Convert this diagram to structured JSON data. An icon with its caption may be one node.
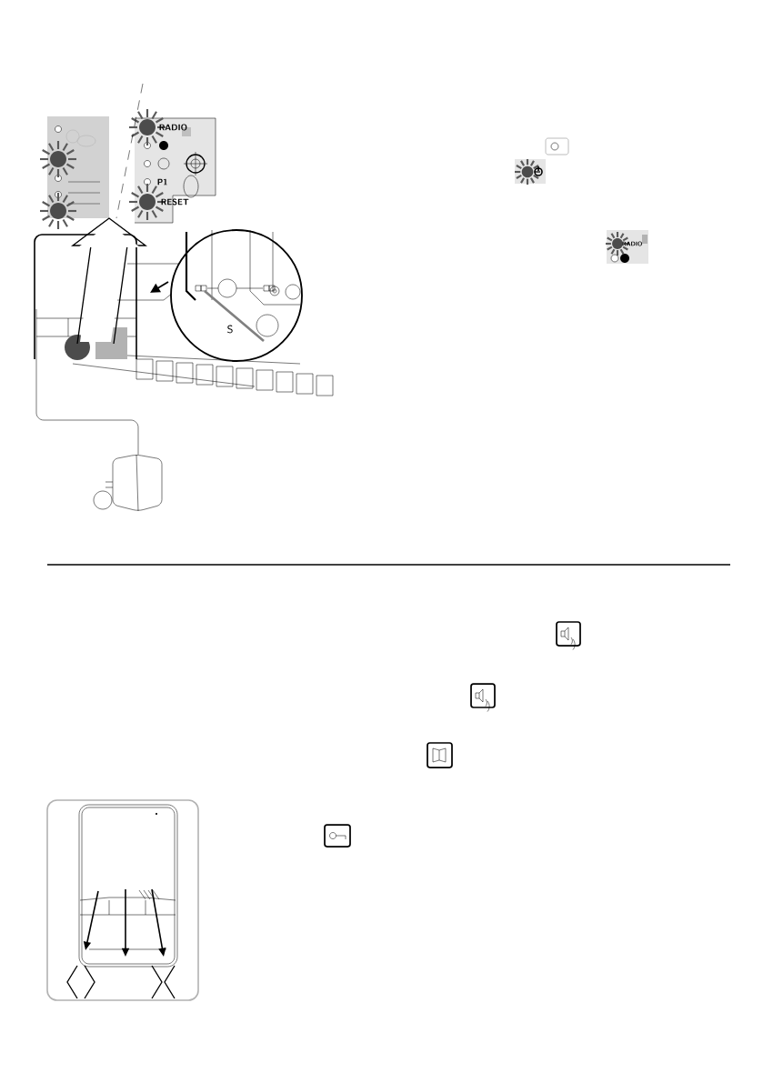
{
  "diagram": {
    "labels": [
      "RADIO",
      "P1",
      "RESET",
      "S",
      "RADIO"
    ]
  }
}
